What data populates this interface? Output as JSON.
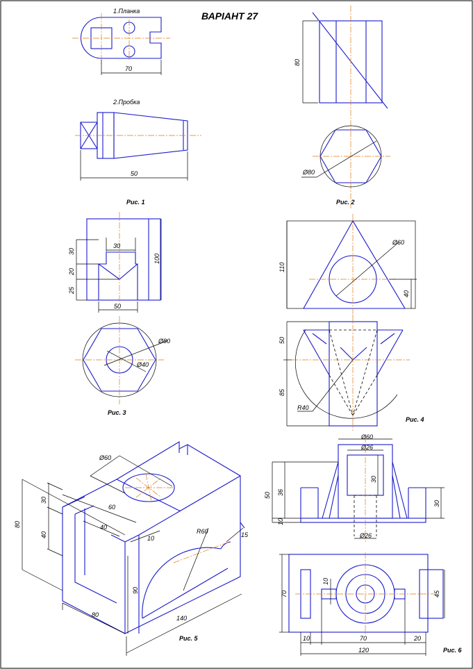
{
  "title": "ВАРІАНТ 27",
  "parts": {
    "p1": "1.Планка",
    "p2": "2.Пробка"
  },
  "captions": {
    "r1": "Рис. 1",
    "r2": "Рис. 2",
    "r3": "Рис. 3",
    "r4": "Рис. 4",
    "r5": "Рис. 5",
    "r6": "Рис. 6"
  },
  "dims": {
    "f1": {
      "a": "70",
      "b": "50"
    },
    "f2": {
      "a": "80",
      "b": "Ø80"
    },
    "f3": {
      "a": "30",
      "b": "30",
      "c": "20",
      "d": "25",
      "e": "50",
      "f": "100",
      "g": "Ø80",
      "h": "Ø40"
    },
    "f4": {
      "a": "110",
      "b": "Ø60",
      "c": "40",
      "d": "50",
      "e": "85",
      "f": "R40"
    },
    "f5": {
      "a": "Ø60",
      "b": "30",
      "c": "60",
      "d": "80",
      "e": "40",
      "f": "40",
      "g": "10",
      "h": "R60",
      "i": "15",
      "j": "90",
      "k": "80",
      "l": "140"
    },
    "f6": {
      "a": "Ø60",
      "b": "Ø26",
      "c": "50",
      "d": "36",
      "e": "30",
      "f": "30",
      "g": "10",
      "h": "Ø26",
      "i": "70",
      "j": "10",
      "k": "45",
      "l": "10",
      "m": "70",
      "n": "20",
      "o": "120"
    }
  }
}
